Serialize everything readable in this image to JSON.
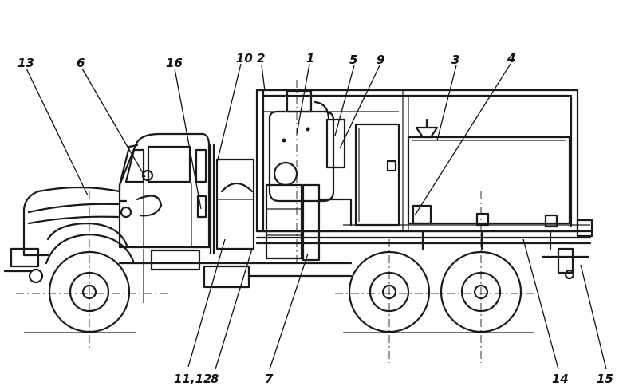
{
  "callouts": [
    {
      "id": "c13",
      "text": "13"
    },
    {
      "id": "c6",
      "text": "6"
    },
    {
      "id": "c16",
      "text": "16"
    },
    {
      "id": "c10",
      "text": "10"
    },
    {
      "id": "c2",
      "text": "2"
    },
    {
      "id": "c1",
      "text": "1"
    },
    {
      "id": "c5",
      "text": "5"
    },
    {
      "id": "c9",
      "text": "9"
    },
    {
      "id": "c3",
      "text": "3"
    },
    {
      "id": "c4",
      "text": "4"
    },
    {
      "id": "c11-12",
      "text": "11,12"
    },
    {
      "id": "c8",
      "text": "8"
    },
    {
      "id": "c7",
      "text": "7"
    },
    {
      "id": "c14",
      "text": "14"
    },
    {
      "id": "c15",
      "text": "15"
    }
  ],
  "colors": {
    "ink": "#1a1a1a",
    "paper": "#ffffff"
  }
}
